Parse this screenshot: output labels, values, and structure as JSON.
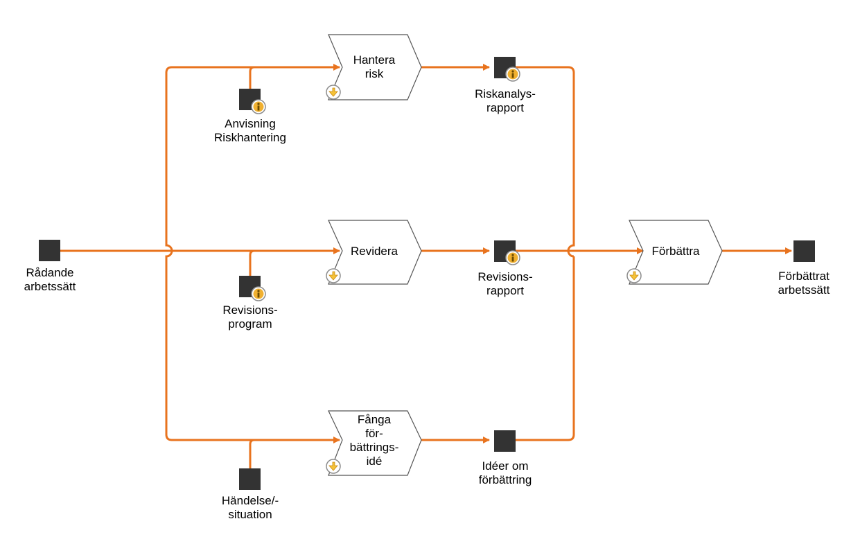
{
  "colors": {
    "flow": "#E8731E",
    "object": "#333333",
    "border": "#555555",
    "icon_fill": "#F5C238",
    "icon_border": "#8C8C8C"
  },
  "icons": {
    "info": "info-icon",
    "subprocess": "subprocess-icon"
  },
  "objects": {
    "radande": "Rådande\narbetssätt",
    "anvisning": "Anvisning\nRiskhantering",
    "revprogram": "Revisions-\nprogram",
    "handelse": "Händelse/-\nsituation",
    "riskanalys": "Riskanalys-\nrapport",
    "revrapport": "Revisions-\nrapport",
    "ideer": "Idéer om\nförbättring",
    "forbattrat": "Förbättrat\narbetssätt"
  },
  "processes": {
    "hantera": "Hantera\nrisk",
    "revidera": "Revidera",
    "fanga": "Fånga\nför-\nbättrings-\nidé",
    "forbattra": "Förbättra"
  }
}
